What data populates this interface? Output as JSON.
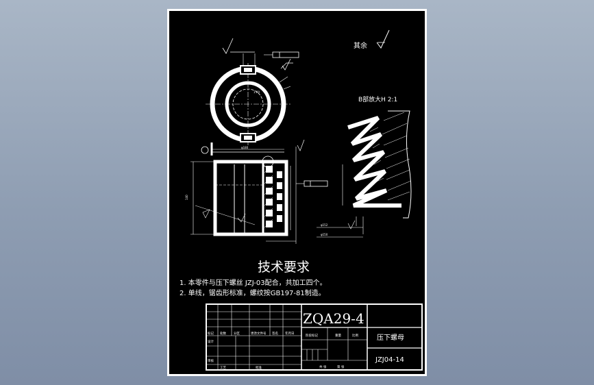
{
  "drawing": {
    "surface_note": "其余",
    "detail_label": "B部放大H 2:1",
    "tech_title": "技术要求",
    "requirements": [
      "1. 本零件与压下螺丝 JZJ-03配合，共加工四个。",
      "2. 单线，锯齿形标准，螺纹按GB197-81制造。"
    ]
  },
  "title_block": {
    "drawing_code": "ZQA29-4",
    "part_name": "压下螺母",
    "drawing_number": "JZJ04-14",
    "headers": [
      "标记",
      "处数",
      "分区",
      "更改文件号",
      "签名",
      "年月日"
    ],
    "roles": [
      "设计",
      "审核",
      "工艺"
    ],
    "stage_labels": [
      "阶段标记",
      "重量",
      "比例"
    ],
    "bottom_labels": [
      "批准",
      "共 张",
      "第 张"
    ]
  },
  "colors": {
    "background_top": "#a9b6c6",
    "background_bottom": "#7f8ea6",
    "paper_border": "#ffffff",
    "drawing_bg": "#000000",
    "linework": "#ffffff"
  }
}
